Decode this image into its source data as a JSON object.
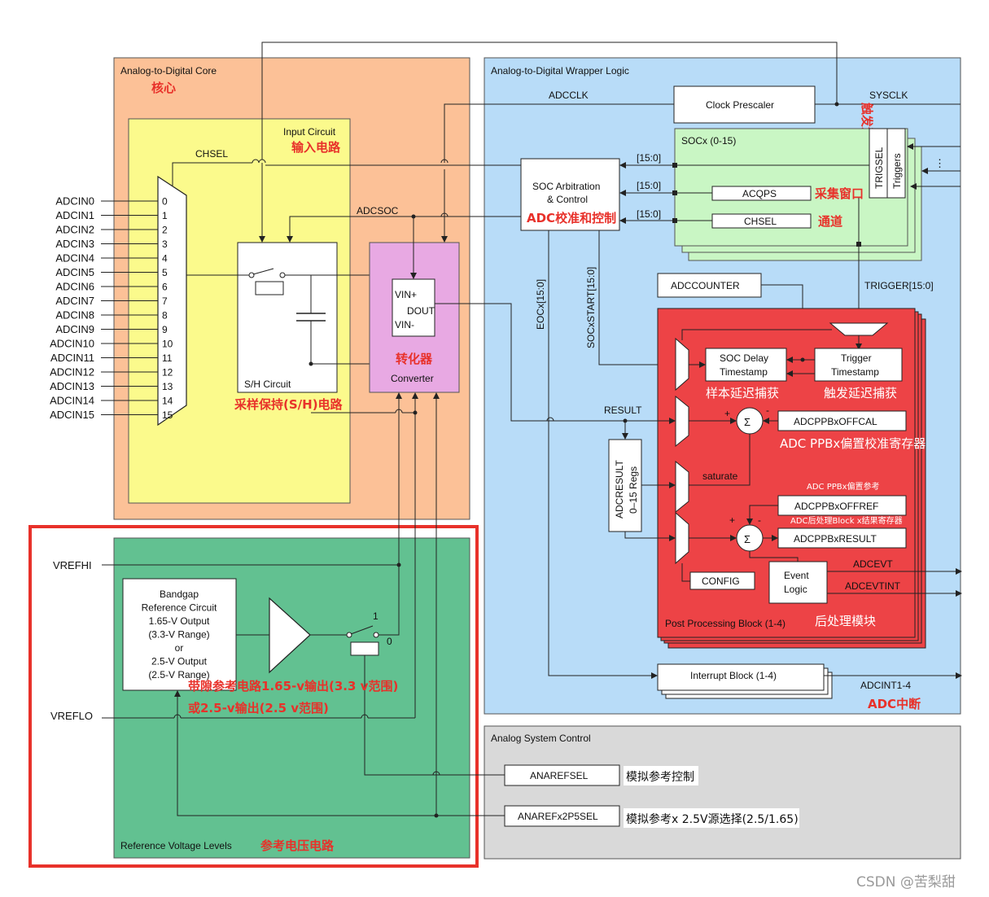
{
  "colors": {
    "core": "#fcc197",
    "input": "#fbfa8c",
    "converter": "#e8a9e3",
    "wrapper": "#b8dcf8",
    "soc": "#c9f6c4",
    "post": "#ed4346",
    "ref": "#62c191",
    "system": "#d9d9d9",
    "highlight": "#e8312a",
    "annotation": "#e8312a"
  },
  "core": {
    "title": "Analog-to-Digital Core",
    "note": "核心"
  },
  "input_circuit": {
    "title": "Input Circuit",
    "note": "输入电路",
    "chsel": "CHSEL"
  },
  "mux": {
    "inputs": [
      "ADCIN0",
      "ADCIN1",
      "ADCIN2",
      "ADCIN3",
      "ADCIN4",
      "ADCIN5",
      "ADCIN6",
      "ADCIN7",
      "ADCIN8",
      "ADCIN9",
      "ADCIN10",
      "ADCIN11",
      "ADCIN12",
      "ADCIN13",
      "ADCIN14",
      "ADCIN15"
    ],
    "numbers": [
      "0",
      "1",
      "2",
      "3",
      "4",
      "5",
      "6",
      "7",
      "8",
      "9",
      "10",
      "11",
      "12",
      "13",
      "14",
      "15"
    ]
  },
  "sh": {
    "title": "S/H Circuit",
    "note": "采样保持(S/H)电路"
  },
  "converter": {
    "title": "Converter",
    "note": "转化器",
    "adcsoc": "ADCSOC",
    "vin_plus": "VIN+",
    "vin_minus": "VIN-",
    "dout": "DOUT"
  },
  "wrapper": {
    "title": "Analog-to-Digital Wrapper Logic",
    "adcclk": "ADCCLK",
    "sysclk": "SYSCLK"
  },
  "prescaler": {
    "label": "Clock Prescaler",
    "note": "触发源选择"
  },
  "socx": {
    "title": "SOCx (0-15)",
    "acqps": "ACQPS",
    "chsel": "CHSEL",
    "trigsel": "TRIGSEL",
    "triggers": "Triggers",
    "acqps_note": "采集窗口",
    "chsel_note": "通道"
  },
  "arbitration": {
    "line1": "SOC Arbitration",
    "line2": "& Control",
    "note": "ADC校准和控制",
    "bus": "[15:0]"
  },
  "signals": {
    "eocx": "EOCx[15:0]",
    "socxstart": "SOCxSTART[15:0]",
    "trigger": "TRIGGER[15:0]",
    "result": "RESULT"
  },
  "adccounter": "ADCCOUNTER",
  "post": {
    "title": "Post Processing Block (1-4)",
    "note": "后处理模块",
    "soc_delay": [
      "SOC Delay",
      "Timestamp"
    ],
    "soc_delay_note": "样本延迟捕获",
    "trigger_ts": [
      "Trigger",
      "Timestamp"
    ],
    "trigger_ts_note": "触发延迟捕获",
    "offcal": "ADCPPBxOFFCAL",
    "offcal_note": "ADC PPBx偏置校准寄存器",
    "saturate": "saturate",
    "offref": "ADCPPBxOFFREF",
    "offref_note": "ADC PPBx偏置参考",
    "result_reg": "ADCPPBxRESULT",
    "result_note": "ADC后处理Block x结果寄存器",
    "config": "CONFIG",
    "event": [
      "Event",
      "Logic"
    ],
    "adcevt": "ADCEVT",
    "adcevtint": "ADCEVTINT",
    "sigma": "Σ",
    "plus": "+",
    "minus": "-"
  },
  "adcresult": [
    "ADCRESULT",
    "0–15 Regs"
  ],
  "interrupt": {
    "label": "Interrupt Block (1-4)",
    "out": "ADCINT1-4",
    "note": "ADC中断"
  },
  "reference": {
    "title": "Reference Voltage Levels",
    "note": "参考电压电路",
    "vrefhi": "VREFHI",
    "vreflo": "VREFLO",
    "bandgap": [
      "Bandgap",
      "Reference Circuit",
      "1.65-V Output",
      "(3.3-V Range)",
      "or",
      "2.5-V Output",
      "(2.5-V Range)"
    ],
    "bandgap_note": [
      "带隙参考电路1.65-v输出(3.3 v范围)",
      "或2.5-v输出(2.5 v范围)"
    ],
    "switch_1": "1",
    "switch_0": "0"
  },
  "system": {
    "title": "Analog System Control",
    "anarefsel": "ANAREFSEL",
    "anarefsel_note": "模拟参考控制",
    "anaref2p5": "ANAREFx2P5SEL",
    "anaref2p5_note": "模拟参考x 2.5V源选择(2.5/1.65)"
  },
  "watermark": "CSDN @苦梨甜",
  "dots": "⋮"
}
